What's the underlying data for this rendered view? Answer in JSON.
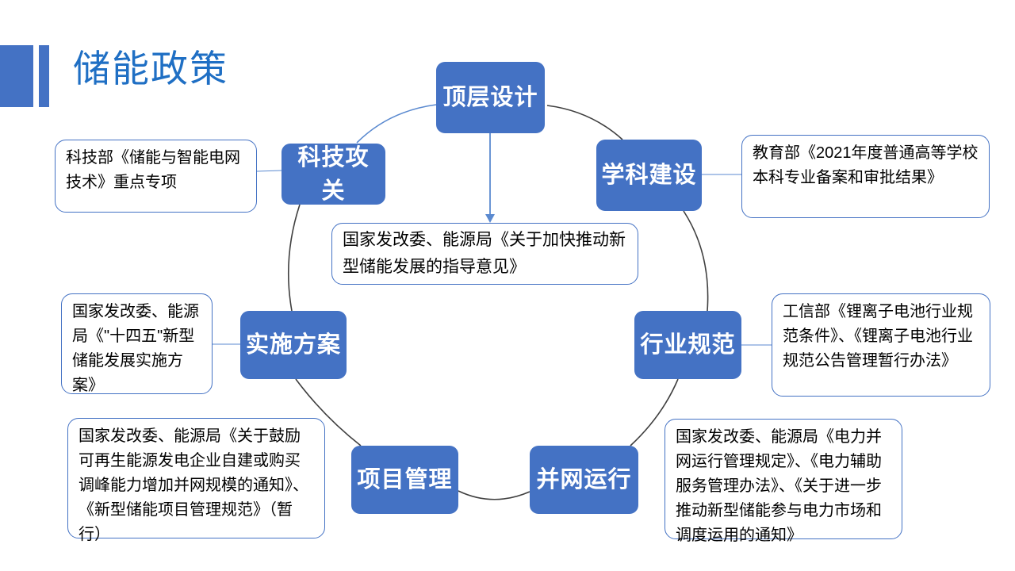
{
  "title": "储能政策",
  "colors": {
    "accent_blue": "#4472C4",
    "title_blue": "#1F6FC4",
    "node_fill": "#4472C4",
    "node_text": "#FFFFFF",
    "callout_border": "#4472C4",
    "callout_text": "#000000",
    "connector_dark": "#3F3F3F",
    "connector_blue": "#5B8AD0",
    "background": "#FFFFFF"
  },
  "diagram": {
    "type": "cycle-diagram",
    "nodes": [
      {
        "id": "top",
        "label": "顶层设计"
      },
      {
        "id": "xueke",
        "label": "学科建设"
      },
      {
        "id": "hangye",
        "label": "行业规范"
      },
      {
        "id": "bingwang",
        "label": "并网运行"
      },
      {
        "id": "xiangmu",
        "label": "项目管理"
      },
      {
        "id": "shishi",
        "label": "实施方案"
      },
      {
        "id": "keji",
        "label": "科技攻关"
      }
    ],
    "callouts": [
      {
        "id": "keji",
        "for": "科技攻关",
        "text": "科技部《储能与智能电网技术》重点专项"
      },
      {
        "id": "xueke",
        "for": "学科建设",
        "text": "教育部《2021年度普通高等学校本科专业备案和审批结果》"
      },
      {
        "id": "center",
        "for": "顶层设计",
        "text": "国家发改委、能源局《关于加快推动新型储能发展的指导意见》"
      },
      {
        "id": "shishi",
        "for": "实施方案",
        "text": "国家发改委、能源局《\"十四五\"新型储能发展实施方案》"
      },
      {
        "id": "hangye",
        "for": "行业规范",
        "text": "工信部《锂离子电池行业规范条件》、《锂离子电池行业规范公告管理暂行办法》"
      },
      {
        "id": "xiangmu",
        "for": "项目管理",
        "text": "国家发改委、能源局《关于鼓励可再生能源发电企业自建或购买调峰能力增加并网规模的通知》、《新型储能项目管理规范》（暂行）"
      },
      {
        "id": "bingwang",
        "for": "并网运行",
        "text": "国家发改委、能源局《电力并网运行管理规定》、《电力辅助服务管理办法》、《关于进一步推动新型储能参与电力市场和调度运用的通知》"
      }
    ]
  }
}
